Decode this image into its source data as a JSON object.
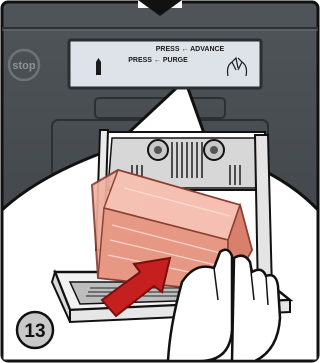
{
  "controls": {
    "stop_label": "stop"
  },
  "display": {
    "line1": "PRESS ← ADVANCE",
    "line2": "PRESS ← PURGE"
  },
  "step": {
    "number": "13"
  },
  "colors": {
    "panel": "#454a4f",
    "panel_dark": "#2d3135",
    "display_bg": "#dde3e8",
    "basket": "#e9a08f",
    "arrow": "#c51f1f",
    "outline": "#111111"
  },
  "icons": {
    "top": "chevron-down-icon",
    "stop": "stop-button-icon",
    "display_left": "cartridge-icon",
    "display_right": "hands-icon"
  }
}
